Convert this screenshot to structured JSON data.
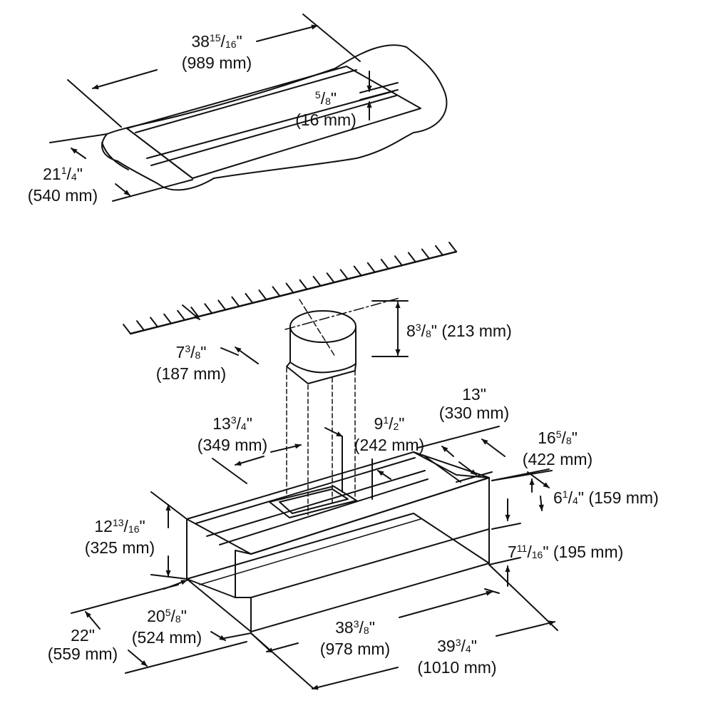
{
  "colors": {
    "line": "#111111",
    "background": "#ffffff"
  },
  "dimensions": [
    {
      "id": "cutout-width",
      "whole": "38",
      "num": "15",
      "den": "16",
      "inch_suffix": "\"",
      "mm": "(989 mm)",
      "layout": "stack"
    },
    {
      "id": "cutout-lip",
      "whole": "",
      "num": "5",
      "den": "8",
      "inch_suffix": "\"",
      "mm": "(16 mm)",
      "layout": "stack"
    },
    {
      "id": "cutout-depth",
      "whole": "21",
      "num": "1",
      "den": "4",
      "inch_suffix": "\"",
      "mm": "(540 mm)",
      "layout": "stack"
    },
    {
      "id": "duct-diameter",
      "whole": "7",
      "num": "3",
      "den": "8",
      "inch_suffix": "\"",
      "mm": "(187 mm)",
      "layout": "stack"
    },
    {
      "id": "duct-height",
      "whole": "8",
      "num": "3",
      "den": "8",
      "inch_suffix": "\"",
      "mm": "(213 mm)",
      "layout": "inline"
    },
    {
      "id": "duct-offset-side",
      "whole": "13",
      "num": "3",
      "den": "4",
      "inch_suffix": "\"",
      "mm": "(349 mm)",
      "layout": "stack"
    },
    {
      "id": "duct-offset-back",
      "whole": "9",
      "num": "1",
      "den": "2",
      "inch_suffix": "\"",
      "mm": "(242 mm)",
      "layout": "stack"
    },
    {
      "id": "rear-section-depth",
      "whole": "13",
      "num": "",
      "den": "",
      "inch_suffix": "\"",
      "mm": "(330 mm)",
      "layout": "stack"
    },
    {
      "id": "front-section-depth",
      "whole": "16",
      "num": "5",
      "den": "8",
      "inch_suffix": "\"",
      "mm": "(422 mm)",
      "layout": "stack"
    },
    {
      "id": "upper-height",
      "whole": "6",
      "num": "1",
      "den": "4",
      "inch_suffix": "\"",
      "mm": "(159 mm)",
      "layout": "inline"
    },
    {
      "id": "lower-height",
      "whole": "7",
      "num": "11",
      "den": "16",
      "inch_suffix": "\"",
      "mm": "(195 mm)",
      "layout": "inline"
    },
    {
      "id": "overall-height",
      "whole": "12",
      "num": "13",
      "den": "16",
      "inch_suffix": "\"",
      "mm": "(325 mm)",
      "layout": "stack"
    },
    {
      "id": "inner-depth",
      "whole": "20",
      "num": "5",
      "den": "8",
      "inch_suffix": "\"",
      "mm": "(524 mm)",
      "layout": "stack"
    },
    {
      "id": "overall-depth",
      "whole": "22",
      "num": "",
      "den": "",
      "inch_suffix": "\"",
      "mm": "(559 mm)",
      "layout": "stack"
    },
    {
      "id": "inner-width",
      "whole": "38",
      "num": "3",
      "den": "8",
      "inch_suffix": "\"",
      "mm": "(978 mm)",
      "layout": "stack"
    },
    {
      "id": "overall-width",
      "whole": "39",
      "num": "3",
      "den": "4",
      "inch_suffix": "\"",
      "mm": "(1010 mm)",
      "layout": "stack"
    }
  ]
}
